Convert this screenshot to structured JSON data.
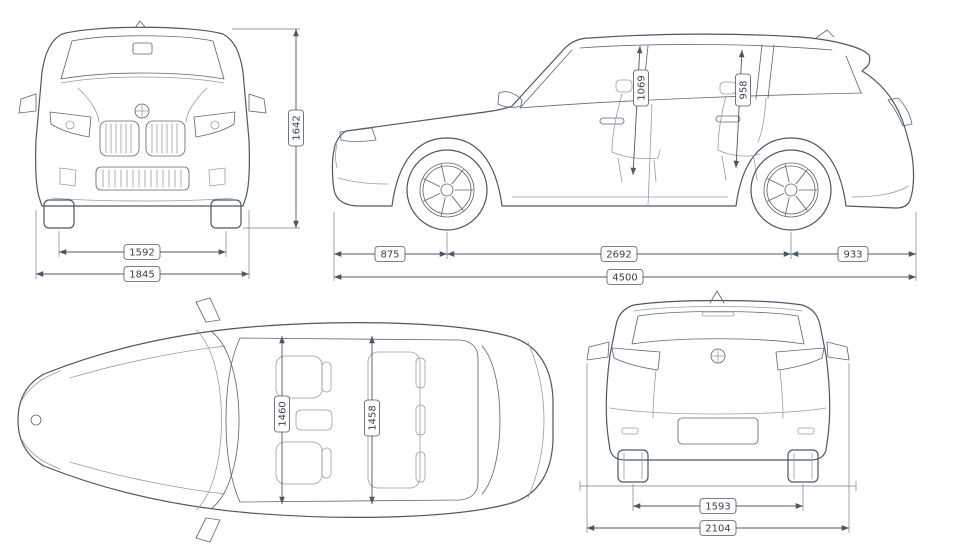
{
  "diagram": {
    "background": "#ffffff",
    "line_color": "#4b5866",
    "label_color": "#38424d"
  },
  "front_view": {
    "track_width": "1592",
    "overall_width": "1845",
    "overall_height": "1642"
  },
  "side_view": {
    "front_headroom": "1069",
    "rear_headroom": "958",
    "front_overhang": "875",
    "wheelbase": "2692",
    "rear_overhang": "933",
    "overall_length": "4500"
  },
  "top_view": {
    "front_interior_width": "1460",
    "rear_interior_width": "1458"
  },
  "rear_view": {
    "rear_track": "1593",
    "width_incl_mirrors": "2104"
  }
}
